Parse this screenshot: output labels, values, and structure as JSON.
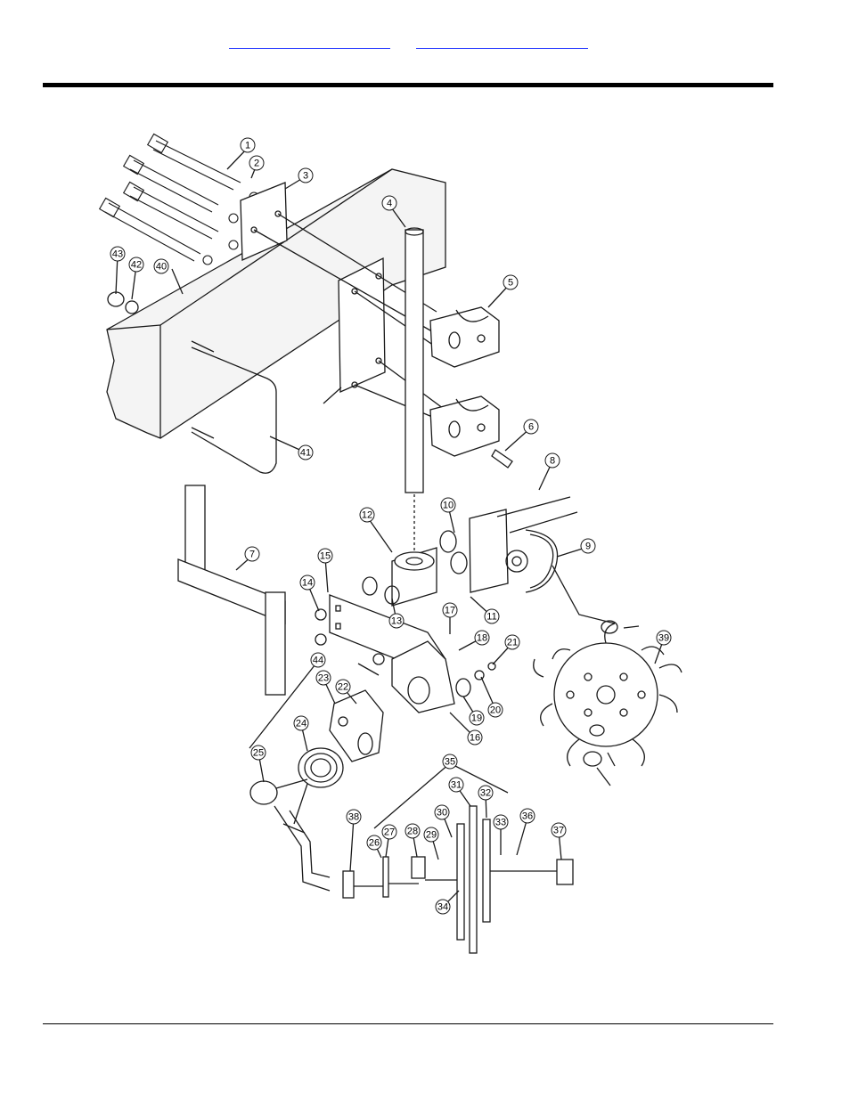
{
  "header": {
    "links": [
      "",
      ""
    ]
  },
  "callouts": [
    "1",
    "2",
    "3",
    "4",
    "5",
    "6",
    "7",
    "8",
    "9",
    "10",
    "11",
    "12",
    "13",
    "14",
    "15",
    "16",
    "17",
    "18",
    "19",
    "20",
    "21",
    "22",
    "23",
    "24",
    "25",
    "26",
    "27",
    "28",
    "29",
    "30",
    "31",
    "32",
    "33",
    "34",
    "35",
    "36",
    "37",
    "38",
    "39",
    "40",
    "41",
    "42",
    "43",
    "44"
  ],
  "colors": {
    "rule": "#000000",
    "link": "#2a3cff",
    "line": "#1a1a1a"
  }
}
